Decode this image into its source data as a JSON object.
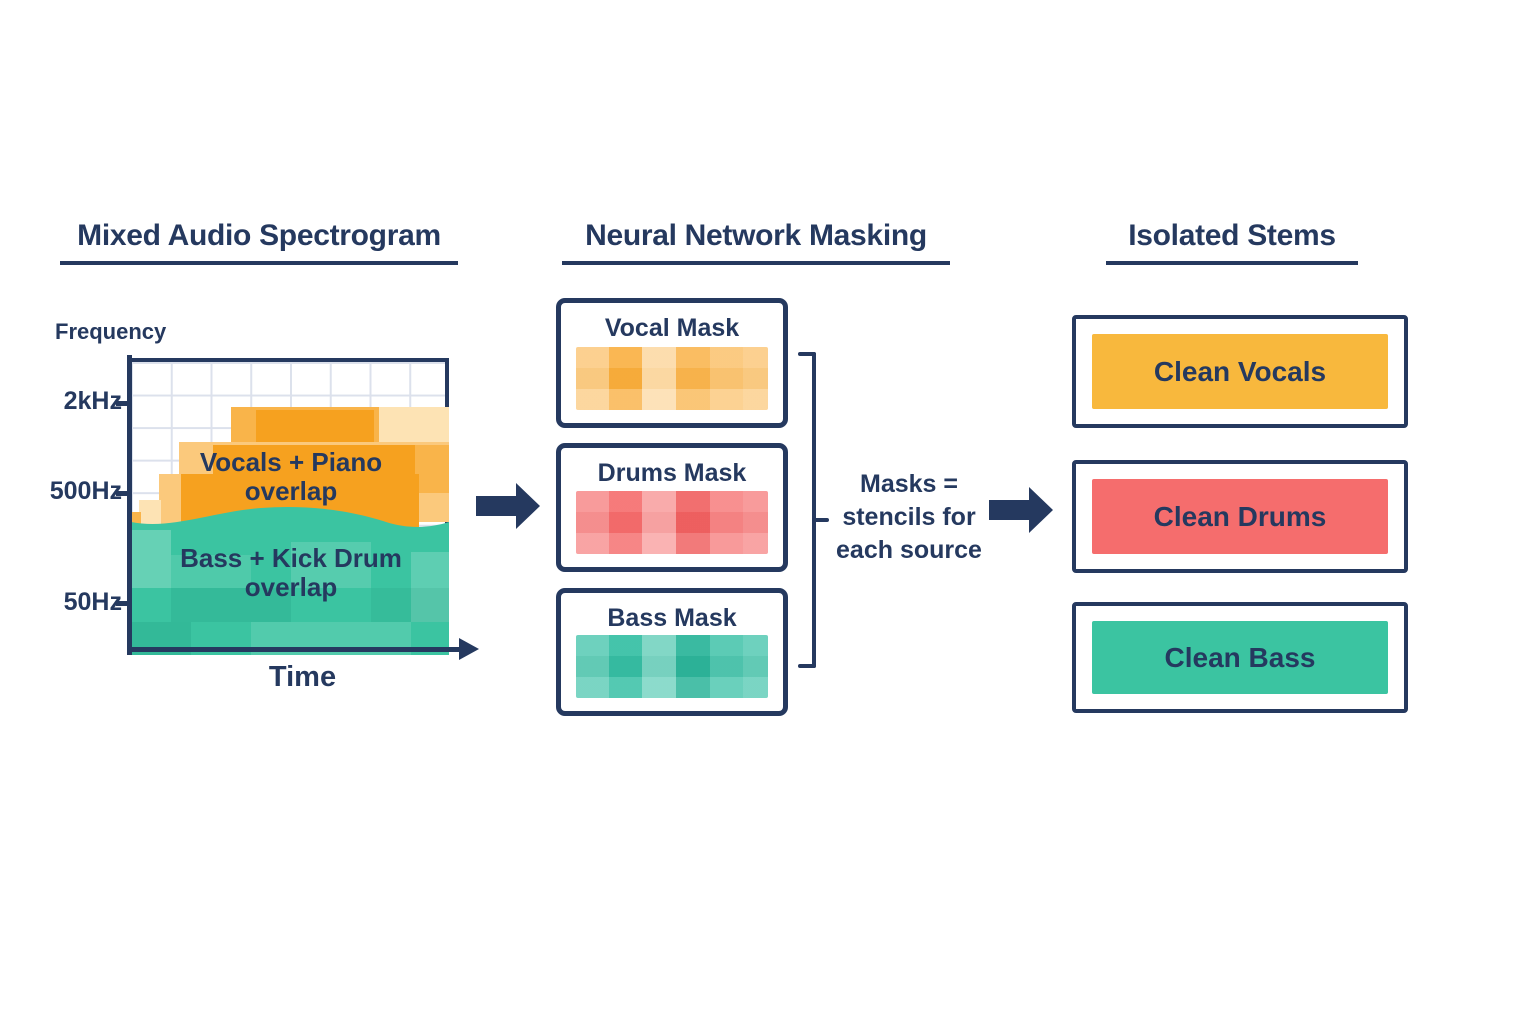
{
  "colors": {
    "navy": "#25395F",
    "amber": "#F8B83D",
    "orange_core": "#F6A11F",
    "orange_light": "#FBC97C",
    "orange_lightest": "#FDE3B4",
    "coral": "#F56D6D",
    "teal": "#3BC4A1",
    "teal_light": "#8FDECB",
    "grid_line": "#DCE1EC"
  },
  "sections": {
    "spectrogram": {
      "title": "Mixed Audio Spectrogram",
      "y_axis_label": "Frequency",
      "x_axis_label": "Time",
      "y_ticks": {
        "0": "2kHz",
        "1": "500Hz",
        "2": "50Hz"
      },
      "regions": {
        "vocals": {
          "label": "Vocals + Piano overlap",
          "color": "#F6A11F"
        },
        "bass": {
          "label": "Bass + Kick Drum overlap",
          "color": "#3BC4A1"
        }
      }
    },
    "masking": {
      "title": "Neural Network Masking",
      "masks": {
        "0": {
          "label": "Vocal Mask",
          "color": "#F9AC38"
        },
        "1": {
          "label": "Drums Mask",
          "color": "#F56D6D"
        },
        "2": {
          "label": "Bass Mask",
          "color": "#35BFA4"
        }
      },
      "annotation": "Masks = stencils for each source",
      "annotation_lines": {
        "0": "Masks =",
        "1": "stencils for",
        "2": "each source"
      }
    },
    "stems": {
      "title": "Isolated Stems",
      "items": {
        "0": {
          "label": "Clean Vocals",
          "color": "#F8B83D"
        },
        "1": {
          "label": "Clean Drums",
          "color": "#F56D6D"
        },
        "2": {
          "label": "Clean Bass",
          "color": "#3BC4A1"
        }
      }
    }
  }
}
